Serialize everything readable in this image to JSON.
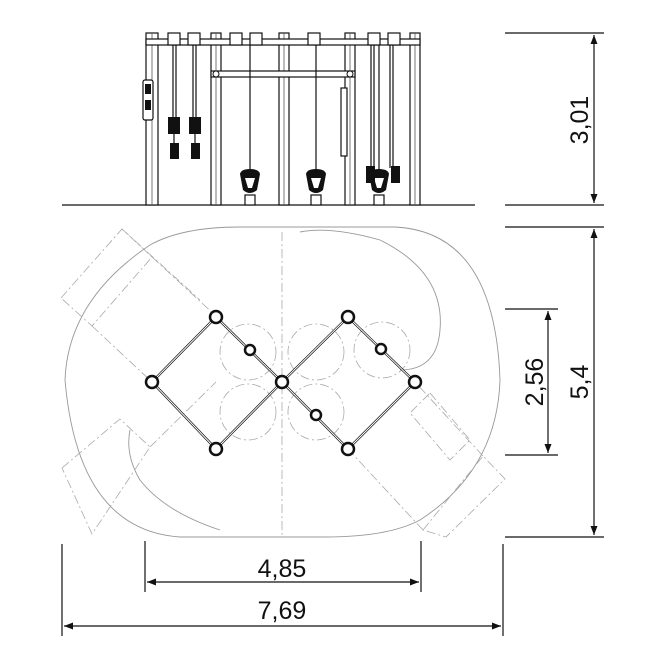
{
  "dimensions": {
    "height": "3,01",
    "depth": "5,4",
    "inner_depth": "2,56",
    "inner_width": "4,85",
    "overall_width": "7,69"
  },
  "colors": {
    "line": "#111111",
    "safety_zone": "#999999",
    "dashed": "#aaaaaa"
  }
}
